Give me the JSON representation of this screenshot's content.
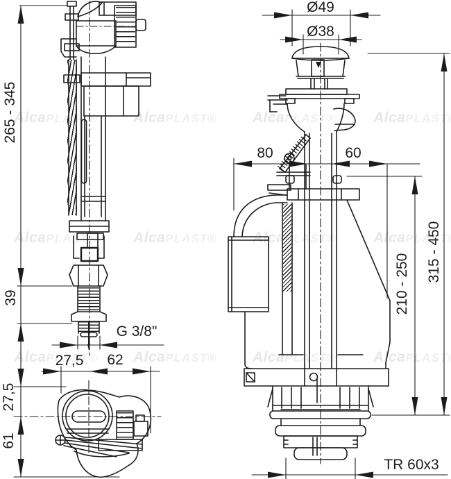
{
  "dimensions": {
    "fill_height": "265 - 345",
    "shank_length": "39",
    "inlet_thread": "G 3/8\"",
    "top_offset": "27,5",
    "top_width": "62",
    "top_depth_upper": "27,5",
    "top_depth_lower": "61",
    "button_outer_diameter": "Ø49",
    "button_inner_diameter": "Ø38",
    "left_reach": "80",
    "right_reach": "60",
    "adjustable_height": "210 - 250",
    "total_height": "315 - 450",
    "outlet_thread": "TR 60x3"
  },
  "watermark": {
    "part1": "Alca",
    "part2": "PLAST®",
    "columns_x": [
      20,
      192,
      364,
      538
    ],
    "rows_y": [
      158,
      331,
      503
    ]
  }
}
